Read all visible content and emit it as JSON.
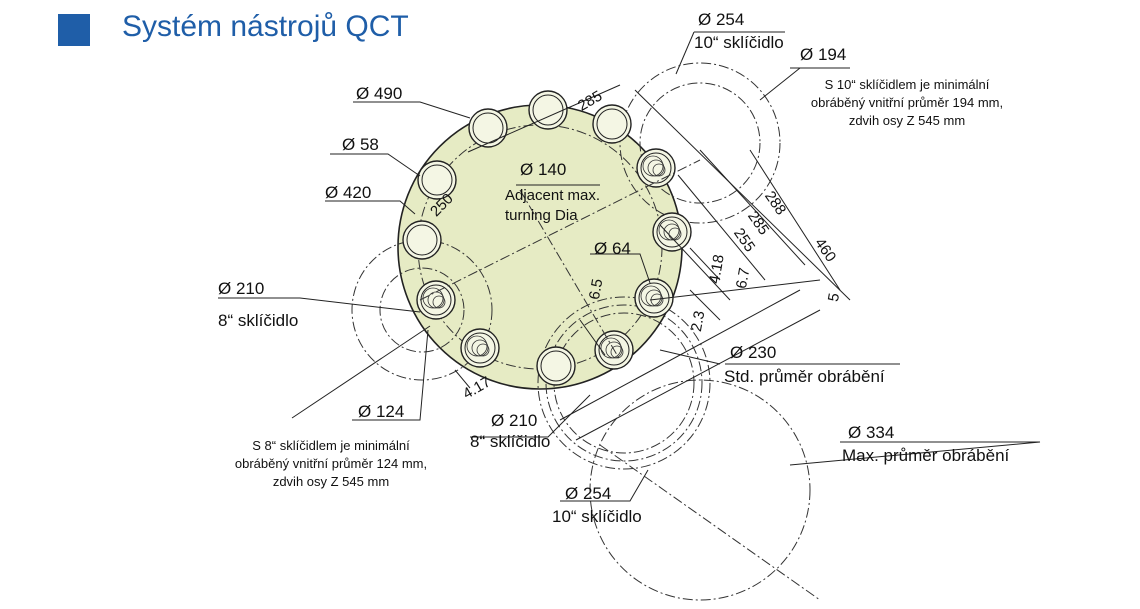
{
  "title": "Systém nástrojů QCT",
  "colors": {
    "accent": "#1f5ea8",
    "turret": "#e6ebc4",
    "line": "#222222"
  },
  "labels": {
    "d254_top": "Ø 254",
    "chuck10_top": "10“ sklíčidlo",
    "d194": "Ø 194",
    "note10": "S 10“ sklíčidlem je minimální obráběný  vnitřní průměr 194 mm, zdvih osy Z 545 mm",
    "d490": "Ø 490",
    "d58": "Ø 58",
    "d420": "Ø 420",
    "d140": "Ø 140",
    "adjacent": "Adjacent max. turning Dia",
    "d64": "Ø 64",
    "d210_left": "Ø 210",
    "chuck8_left": "8“ sklíčidlo",
    "d124": "Ø 124",
    "note8": "S 8“ sklíčidlem je minimální obráběný  vnitřní průměr 124 mm, zdvih osy Z 545 mm",
    "d230": "Ø 230",
    "std": "Std. průměr obrábění",
    "d210_bottom": "Ø 210",
    "chuck8_bottom": "8“ sklíčidlo",
    "d334": "Ø 334",
    "max": "Max. průměr obrábění",
    "d254_bottom": "Ø 254",
    "chuck10_bottom": "10“ sklíčidlo"
  },
  "dims": {
    "v285_top": "285",
    "v250": "250",
    "v288": "288",
    "v285_right": "285",
    "v255": "255",
    "v460": "460",
    "v418": "4.18",
    "v67": "6.7",
    "v5": "5",
    "v65": "6.5",
    "v23": "2.3",
    "v417": "4.17"
  }
}
